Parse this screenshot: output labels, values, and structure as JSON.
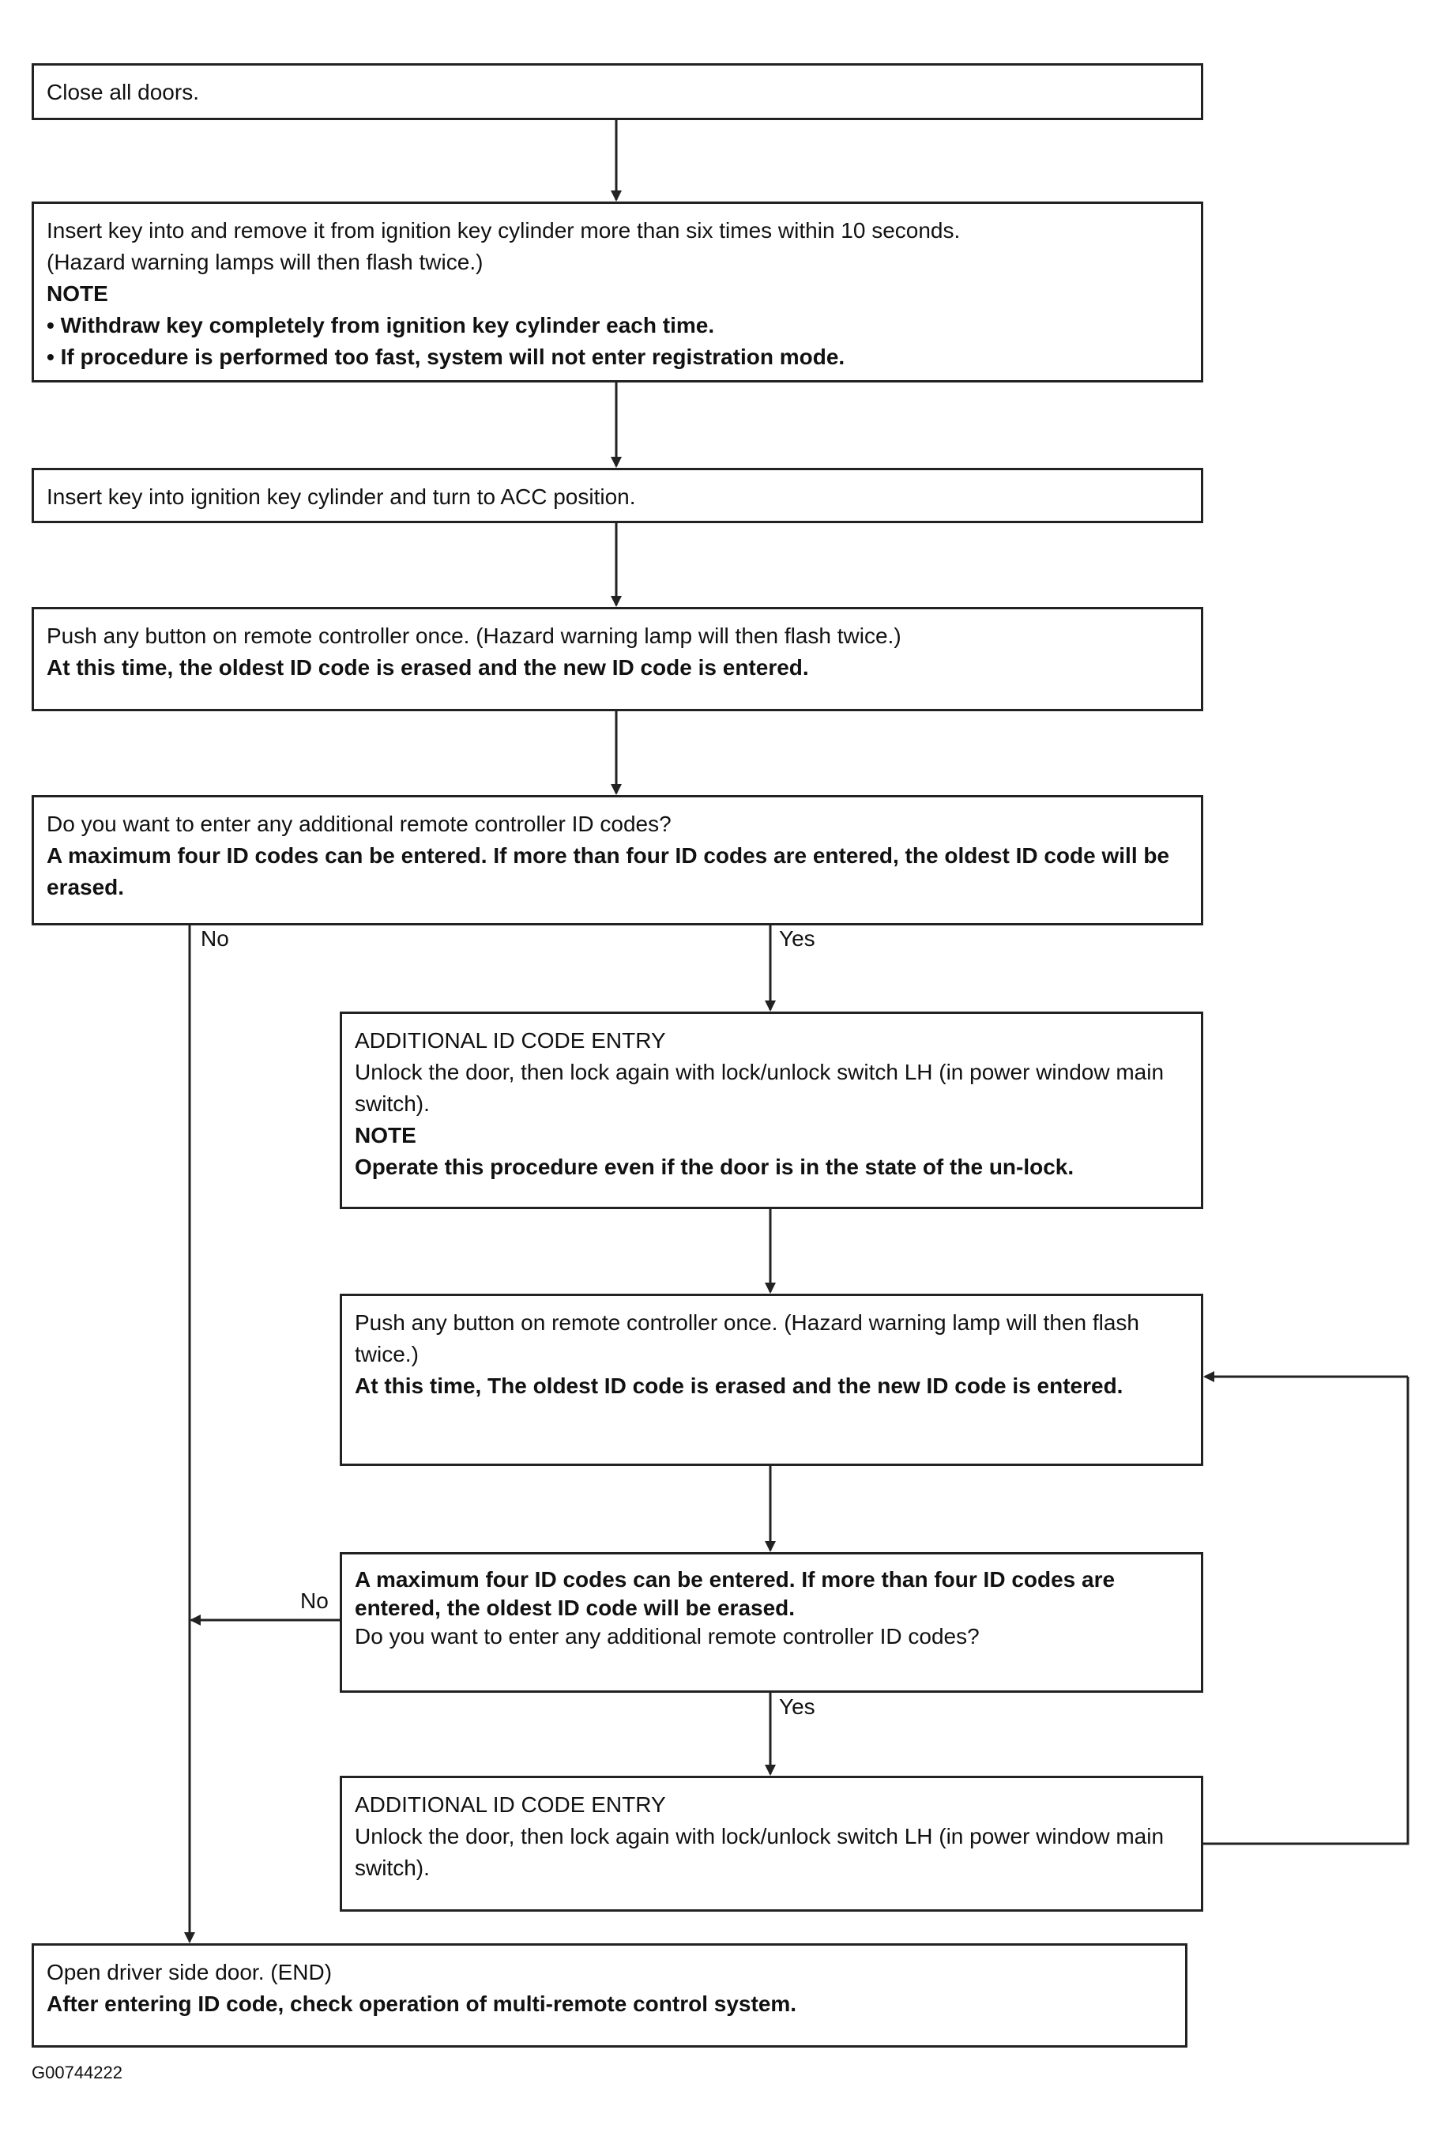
{
  "boxes": {
    "close_doors": {
      "text": "Close all doors."
    },
    "insert_remove": {
      "line1": "Insert key into and remove it from ignition key cylinder more than six times within 10 seconds.",
      "line2": "(Hazard warning lamps will then flash twice.)",
      "note": "NOTE",
      "bullet1": "• Withdraw key completely from ignition key cylinder each time.",
      "bullet2": "• If procedure is performed too fast, system will not enter registration mode."
    },
    "acc": {
      "text": "Insert key into ignition key cylinder and turn to ACC position."
    },
    "push_first": {
      "line1": "Push any button on remote controller once. (Hazard warning lamp will then flash twice.)",
      "line2": "At this time, the oldest ID code is erased and the new ID code is entered."
    },
    "question_first": {
      "line1": "Do you want to enter any additional remote controller ID codes?",
      "line2": "A maximum four ID codes can be entered. If more than four ID codes are entered, the oldest ID code will be erased."
    },
    "additional_entry_1": {
      "title": "ADDITIONAL ID CODE ENTRY",
      "text": "Unlock the door, then lock again with lock/unlock switch LH (in power window main switch).",
      "note": "NOTE",
      "bold": "Operate this procedure even if the door is in the state of the un-lock."
    },
    "push_second": {
      "line1": "Push any button on remote controller once. (Hazard warning lamp will then flash twice.)",
      "line2": "At this time, The oldest ID code is erased and the new ID code is entered."
    },
    "question_second": {
      "bold": "A maximum four ID codes can be entered. If more than four ID codes are entered, the oldest ID code will be erased.",
      "line": "Do you want to enter any additional remote controller ID codes?"
    },
    "additional_entry_2": {
      "title": "ADDITIONAL ID CODE ENTRY",
      "text": "Unlock the door, then lock again with lock/unlock switch LH (in power window main switch)."
    },
    "end": {
      "line1": "Open driver side door. (END)",
      "line2": "After entering ID code, check operation of multi-remote control system."
    }
  },
  "labels": {
    "no_first": "No",
    "yes_first": "Yes",
    "no_second": "No",
    "yes_second": "Yes"
  },
  "figure_id": "G00744222"
}
